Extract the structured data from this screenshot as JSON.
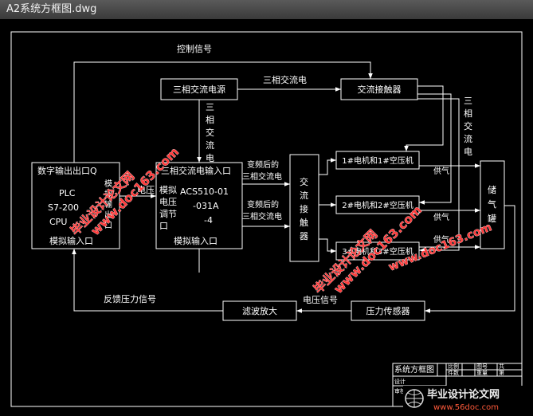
{
  "window": {
    "title": "A2系统方框图.dwg"
  },
  "diagram": {
    "power_source": "三相交流电源",
    "ac_contactor_top": "交流接触器",
    "three_phase_ac": "三相交流电",
    "control_signal": "控制信号",
    "plc": {
      "digital_out": "数字输出出口Q",
      "model_line1": "PLC",
      "model_line2": "S7-200",
      "model_line3": "CPU",
      "analog_out_v": [
        "模",
        "拟",
        "输",
        "出",
        "口"
      ],
      "analog_in": "模拟输入口"
    },
    "voltage_label": "电压",
    "inverter": {
      "ac_input": "三相交流电输入口",
      "model_line1": "ACS510-01",
      "model_line2": "-031A",
      "model_line3": "-4",
      "voltage_adjust_v": [
        "模拟",
        "电压",
        "调节",
        "口"
      ],
      "analog_in": "模拟输入口"
    },
    "freq_ac_1": [
      "变频后的",
      "三相交流电"
    ],
    "freq_ac_2": [
      "变频后的",
      "三相交流电"
    ],
    "ac_contactor_mid_v": [
      "交",
      "流",
      "接",
      "触",
      "器"
    ],
    "motors": [
      "1#电机和1#空压机",
      "2#电机和2#空压机",
      "3#电机和3#空压机"
    ],
    "air_supply": [
      "供气",
      "供气",
      "供气"
    ],
    "tank_v": [
      "储",
      "气",
      "罐"
    ],
    "right_three_phase_v": [
      "三",
      "相",
      "交",
      "流",
      "电"
    ],
    "down_three_phase_v": [
      "三",
      "相",
      "交",
      "流",
      "电"
    ],
    "pressure_sensor": "压力传感器",
    "voltage_signal": "电压信号",
    "filter_amp": "滤波放大",
    "feedback": "反馈压力信号"
  },
  "title_block": {
    "name": "系统方框图",
    "c1": "比例",
    "c2": "图号",
    "c3": "件数",
    "c4": "重量",
    "c5": "共",
    "c6": "第",
    "r1": "设计",
    "r2": "审核"
  },
  "watermarks": {
    "w1_cn": "毕业设计论文网",
    "w1_url": "www.doc163.com",
    "w2_cn": "毕业设计论文网",
    "w2_url": "www.doc163.com",
    "w3_cn": "毕业设计论文网",
    "w3_url": "www.doc163.com",
    "bottom_logo": "毕业设计论文网",
    "bottom_url": "www.56doc.com"
  },
  "colors": {
    "titlebar": "#4a4a4a",
    "canvas": "#000000",
    "lines": "#ffffff",
    "watermark": "#ff3a3a"
  }
}
